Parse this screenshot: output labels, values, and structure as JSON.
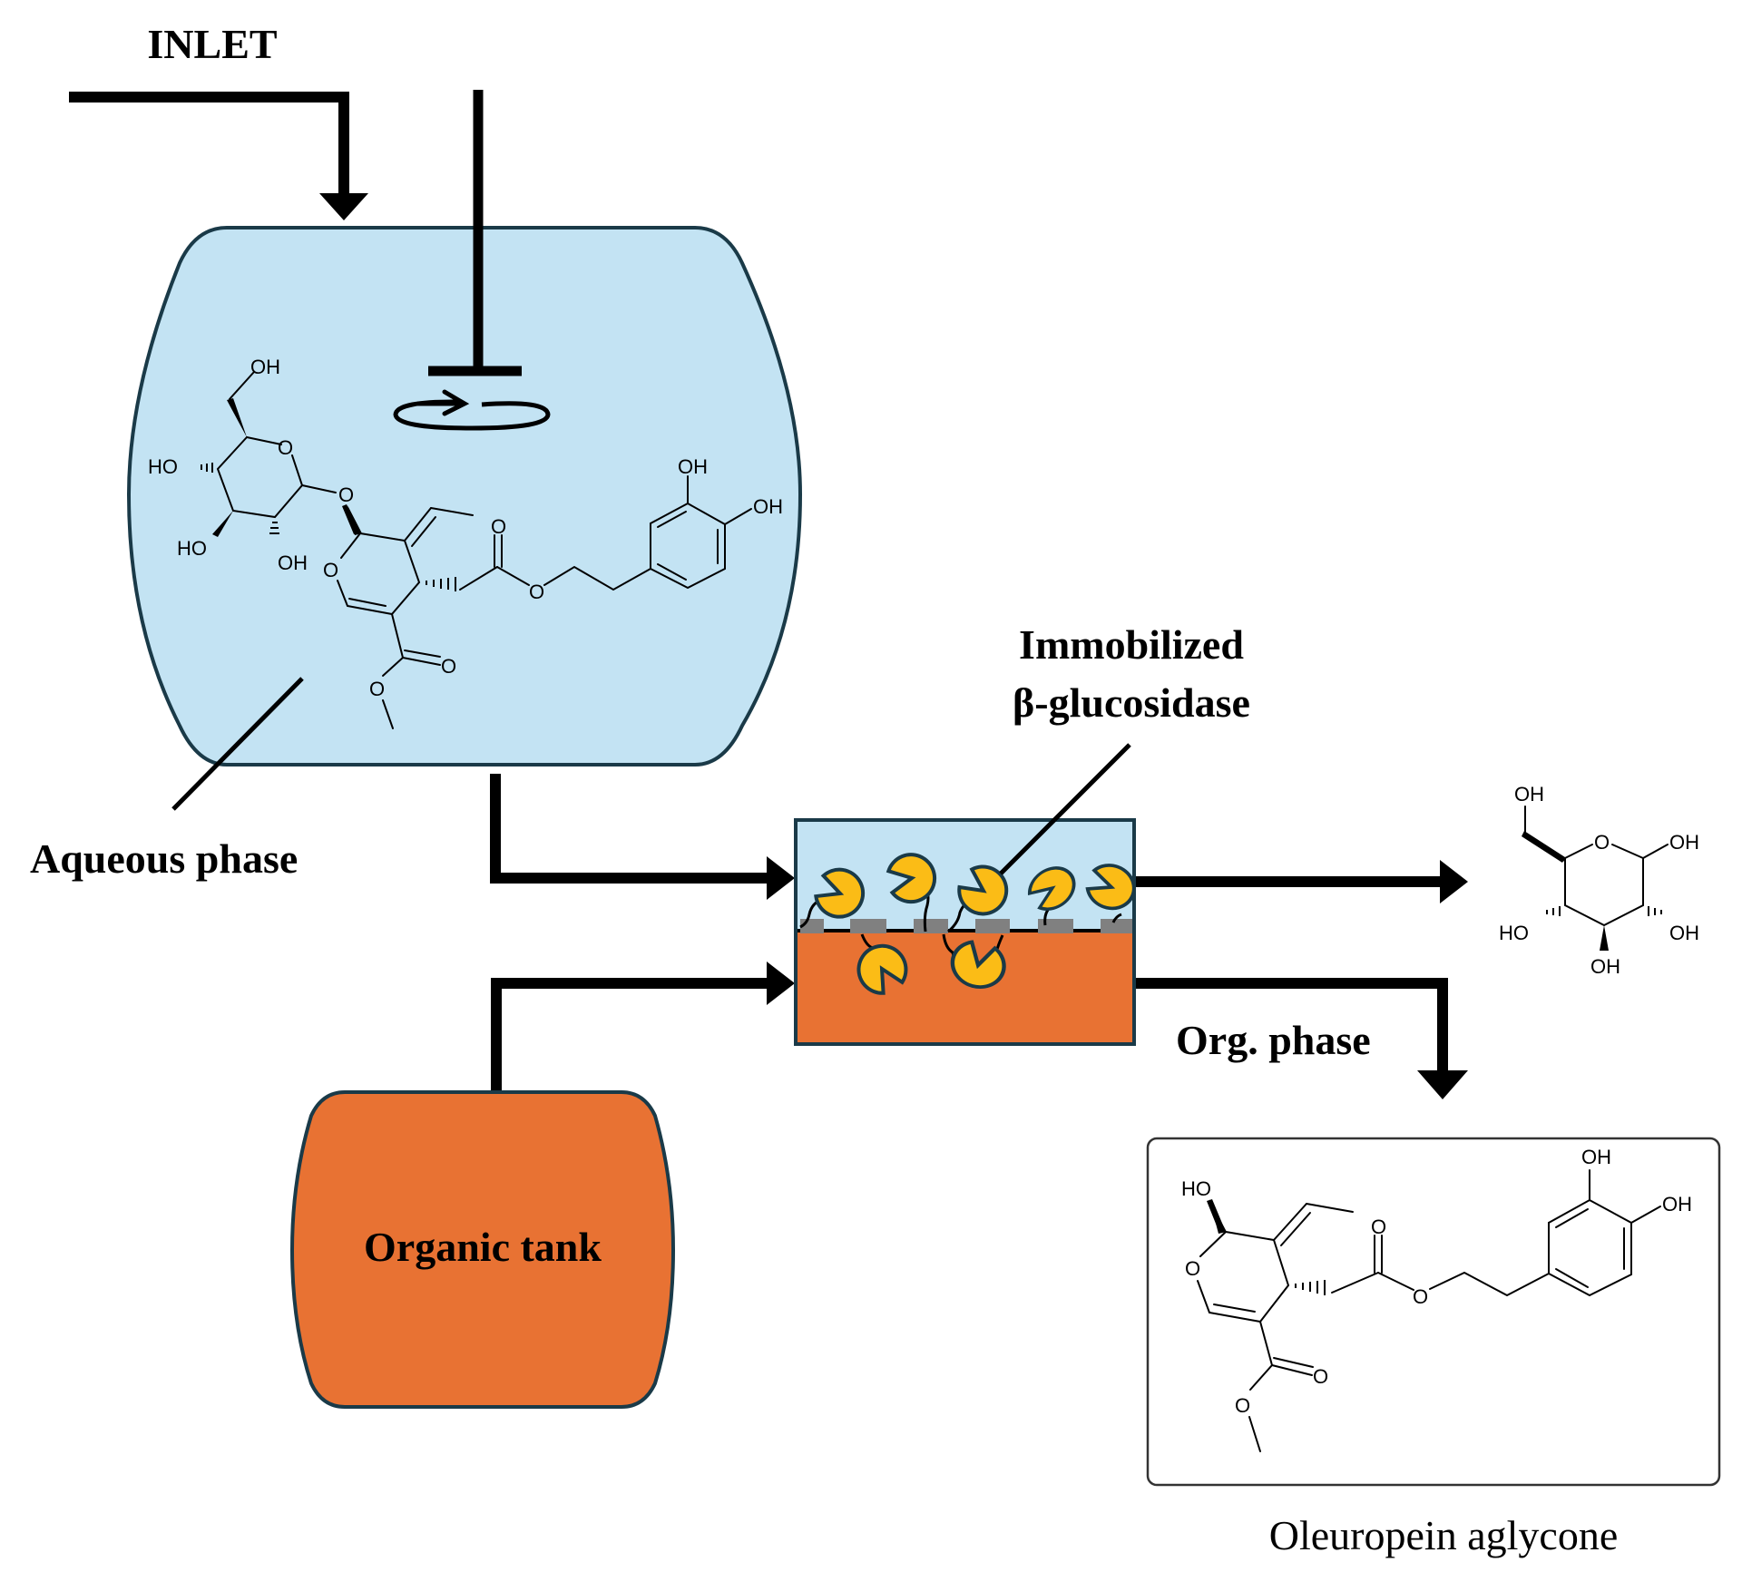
{
  "labels": {
    "inlet": "INLET",
    "aqueous_phase": "Aqueous phase",
    "immobilized_line1": "Immobilized",
    "immobilized_line2": "β-glucosidase",
    "org_phase": "Org. phase",
    "organic_tank": "Organic tank",
    "product_name": "Oleuropein aglycone"
  },
  "atoms": {
    "OH": "OH",
    "HO": "HO",
    "O": "O"
  },
  "icons": {
    "stirrer": "stirrer-icon",
    "enzyme": "enzyme-pacman-icon"
  },
  "colors": {
    "aqueous": "#c3e3f3",
    "organic": "#e87233",
    "enzyme": "#fbbc16",
    "outline": "#1a3a48",
    "support": "#808080"
  }
}
